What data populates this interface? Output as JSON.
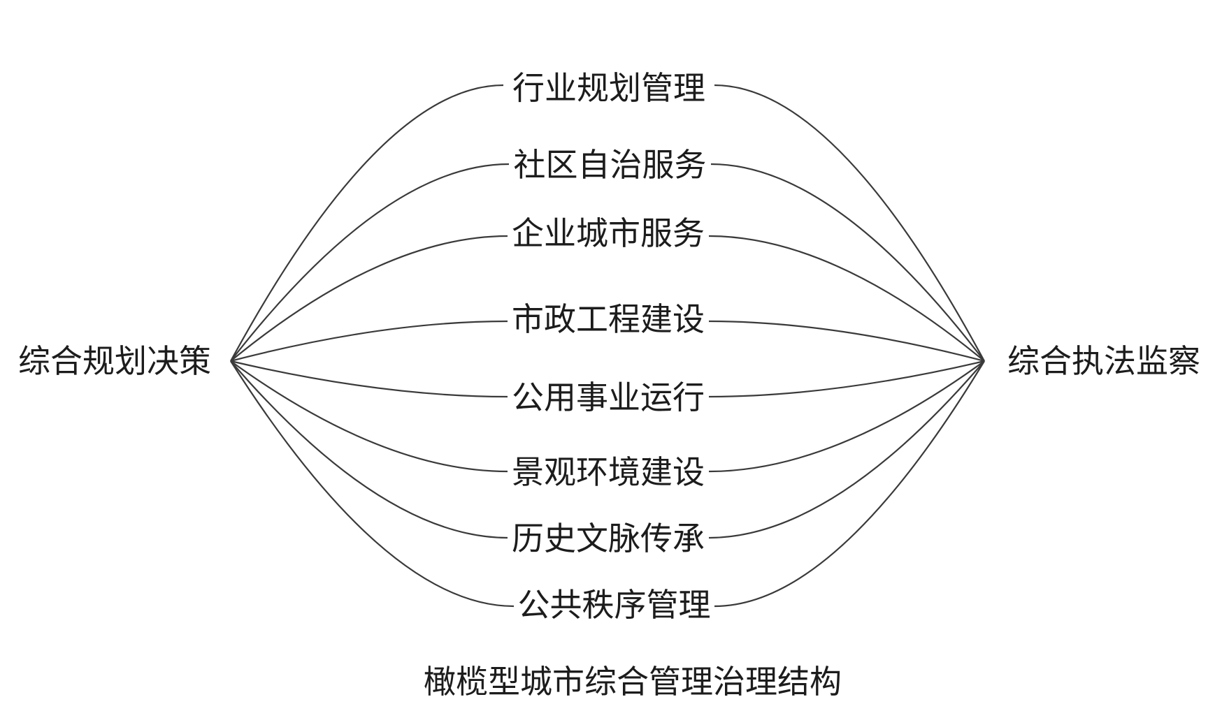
{
  "diagram": {
    "left_node": "综合规划决策",
    "right_node": "综合执法监察",
    "branches": [
      "行业规划管理",
      "社区自治服务",
      "企业城市服务",
      "市政工程建设",
      "公用事业运行",
      "景观环境建设",
      "历史文脉传承",
      "公共秩序管理"
    ],
    "caption": "橄榄型城市综合管理治理结构",
    "colors": {
      "line": "#3a3a3a",
      "text": "#1c1c1c",
      "background": "#ffffff"
    }
  }
}
